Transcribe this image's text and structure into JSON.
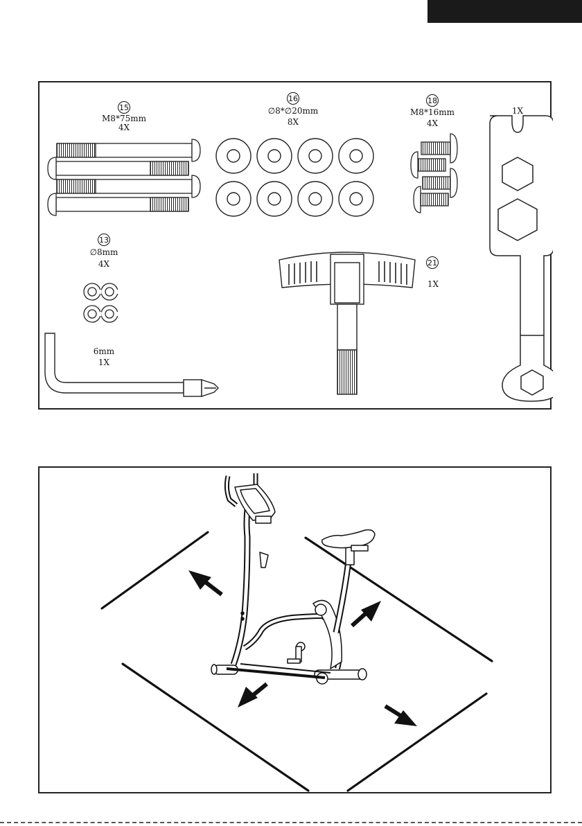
{
  "header_tab": {
    "color": "#1a1a1a"
  },
  "hardware": {
    "part15": {
      "number": "15",
      "size": "M8*75mm",
      "qty": "4X"
    },
    "part16": {
      "number": "16",
      "size": "∅8*∅20mm",
      "qty": "8X"
    },
    "part18": {
      "number": "18",
      "size": "M8*16mm",
      "qty": "4X"
    },
    "wrench": {
      "qty": "1X"
    },
    "part13": {
      "number": "13",
      "size": "∅8mm",
      "qty": "4X"
    },
    "part21": {
      "number": "21",
      "qty": "1X"
    },
    "allen_key": {
      "size": "6mm",
      "qty": "1X"
    }
  },
  "placement": {
    "icons": [
      "exercise-bike-icon",
      "arrow-icon"
    ]
  }
}
